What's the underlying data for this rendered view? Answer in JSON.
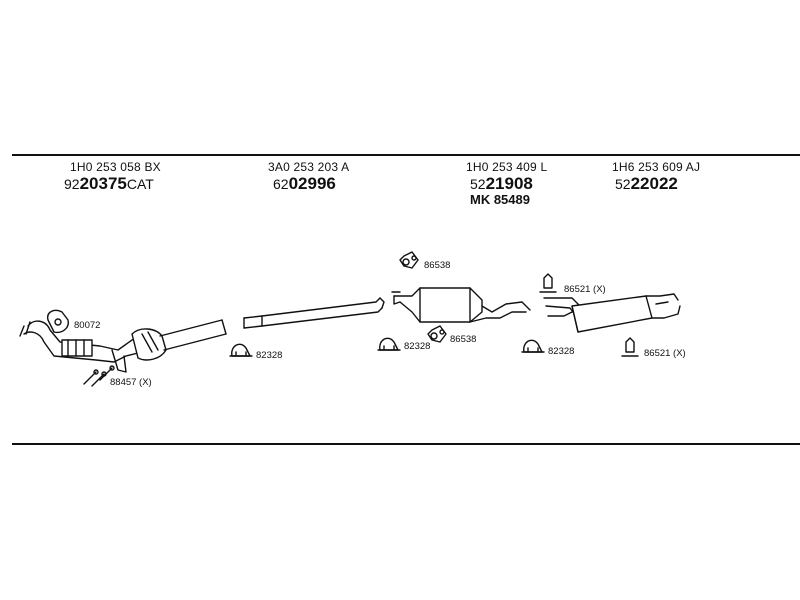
{
  "parts": [
    {
      "oe": "1H0 253 058 BX",
      "prefix": "92",
      "num": "20375",
      "suffix": "CAT"
    },
    {
      "oe": "3A0 253 203 A",
      "prefix": "62",
      "num": "02996",
      "suffix": ""
    },
    {
      "oe": "1H0 253 409 L",
      "prefix": "52",
      "num": "21908",
      "suffix": "",
      "extra": "MK  85489"
    },
    {
      "oe": "1H6 253 609 AJ",
      "prefix": "52",
      "num": "22022",
      "suffix": ""
    }
  ],
  "labels": {
    "gasket_front": "80072",
    "bolts_front": "88457 (X)",
    "clamp_mid": "82328",
    "hanger_rear_top": "86538",
    "clamp_rear": "82328",
    "hanger_rear_low": "86538",
    "clamp_end": "82328",
    "mount_end_top": "86521 (X)",
    "mount_end_low": "86521 (X)"
  }
}
